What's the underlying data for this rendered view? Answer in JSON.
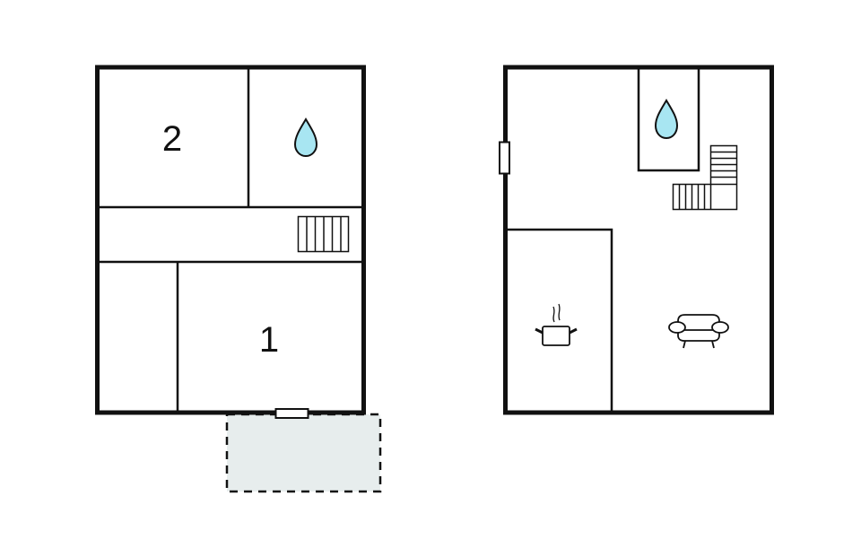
{
  "colors": {
    "wall": "#111111",
    "background": "#ffffff",
    "water": "#a8e6f2",
    "terrace_fill": "#e7eded"
  },
  "floor_plans": [
    {
      "id": "ground-floor",
      "rooms": [
        {
          "id": "bedroom-2",
          "label": "2",
          "type": "bedroom"
        },
        {
          "id": "bathroom",
          "label": "",
          "type": "bathroom",
          "icon": "water-drop-icon"
        },
        {
          "id": "hallway",
          "label": "",
          "type": "hallway",
          "icon": "stairs-icon"
        },
        {
          "id": "storage",
          "label": "",
          "type": "room"
        },
        {
          "id": "bedroom-1",
          "label": "1",
          "type": "bedroom"
        },
        {
          "id": "terrace",
          "label": "",
          "type": "terrace"
        }
      ],
      "doors": [
        {
          "id": "entrance-door",
          "wall": "bottom"
        }
      ]
    },
    {
      "id": "upper-floor",
      "rooms": [
        {
          "id": "living-area",
          "label": "",
          "type": "living",
          "icon": "sofa-icon"
        },
        {
          "id": "bathroom-upper",
          "label": "",
          "type": "bathroom",
          "icon": "water-drop-icon"
        },
        {
          "id": "kitchen",
          "label": "",
          "type": "kitchen",
          "icon": "cooking-pot-icon"
        }
      ],
      "stairs": [
        {
          "id": "l-shaped-stairs",
          "icon": "stairs-icon"
        }
      ],
      "windows": [
        {
          "id": "side-window",
          "wall": "left"
        }
      ]
    }
  ],
  "labels": {
    "room_2": "2",
    "room_1": "1"
  }
}
